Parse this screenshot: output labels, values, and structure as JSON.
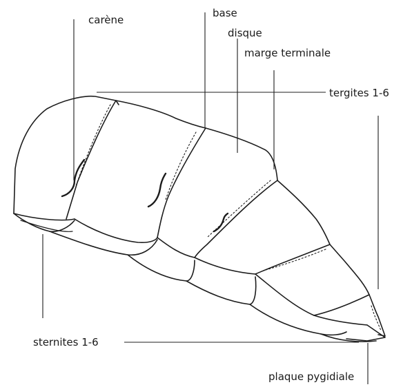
{
  "labels": {
    "carene": "carène",
    "base": "base",
    "disque": "disque",
    "marge_terminale": "marge terminale",
    "tergites": "tergites 1-6",
    "sternites": "sternites 1-6",
    "plaque_pygidiale": "plaque pygidiale"
  },
  "colors": {
    "ink": "#1c1c1c",
    "background": "#ffffff"
  }
}
